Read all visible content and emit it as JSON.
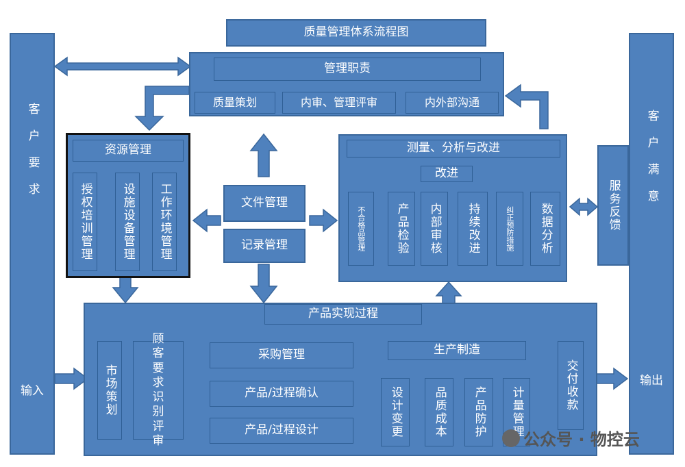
{
  "title": "质量管理体系流程图",
  "left": {
    "top": "客户要求",
    "bottom": "输入"
  },
  "right": {
    "top": "客户满意",
    "bottom": "输出"
  },
  "mgmt": {
    "title": "管理职责",
    "items": [
      "质量策划",
      "内审、管理评审",
      "内外部沟通"
    ]
  },
  "resource": {
    "title": "资源管理",
    "items": [
      "授权培训管理",
      "设施设备管理",
      "工作环境管理"
    ]
  },
  "docs": {
    "file": "文件管理",
    "record": "记录管理"
  },
  "measure": {
    "title": "测量、分析与改进",
    "improve": "改进",
    "items": [
      "不合格品管理",
      "产品检验",
      "内部审核",
      "持续改进",
      "纠正预防措施",
      "数据分析"
    ]
  },
  "service": "服务反馈",
  "realization": {
    "title": "产品实现过程",
    "market": "市场策划",
    "customer": "顾客要求识别评审",
    "purchase": "采购管理",
    "confirm": "产品/过程确认",
    "design": "产品/过程设计",
    "production": "生产制造",
    "delivery": "交付收款",
    "sub": [
      "设计变更",
      "品质成本",
      "产品防护",
      "计量管理"
    ]
  },
  "watermark": "公众号 · 物控云"
}
